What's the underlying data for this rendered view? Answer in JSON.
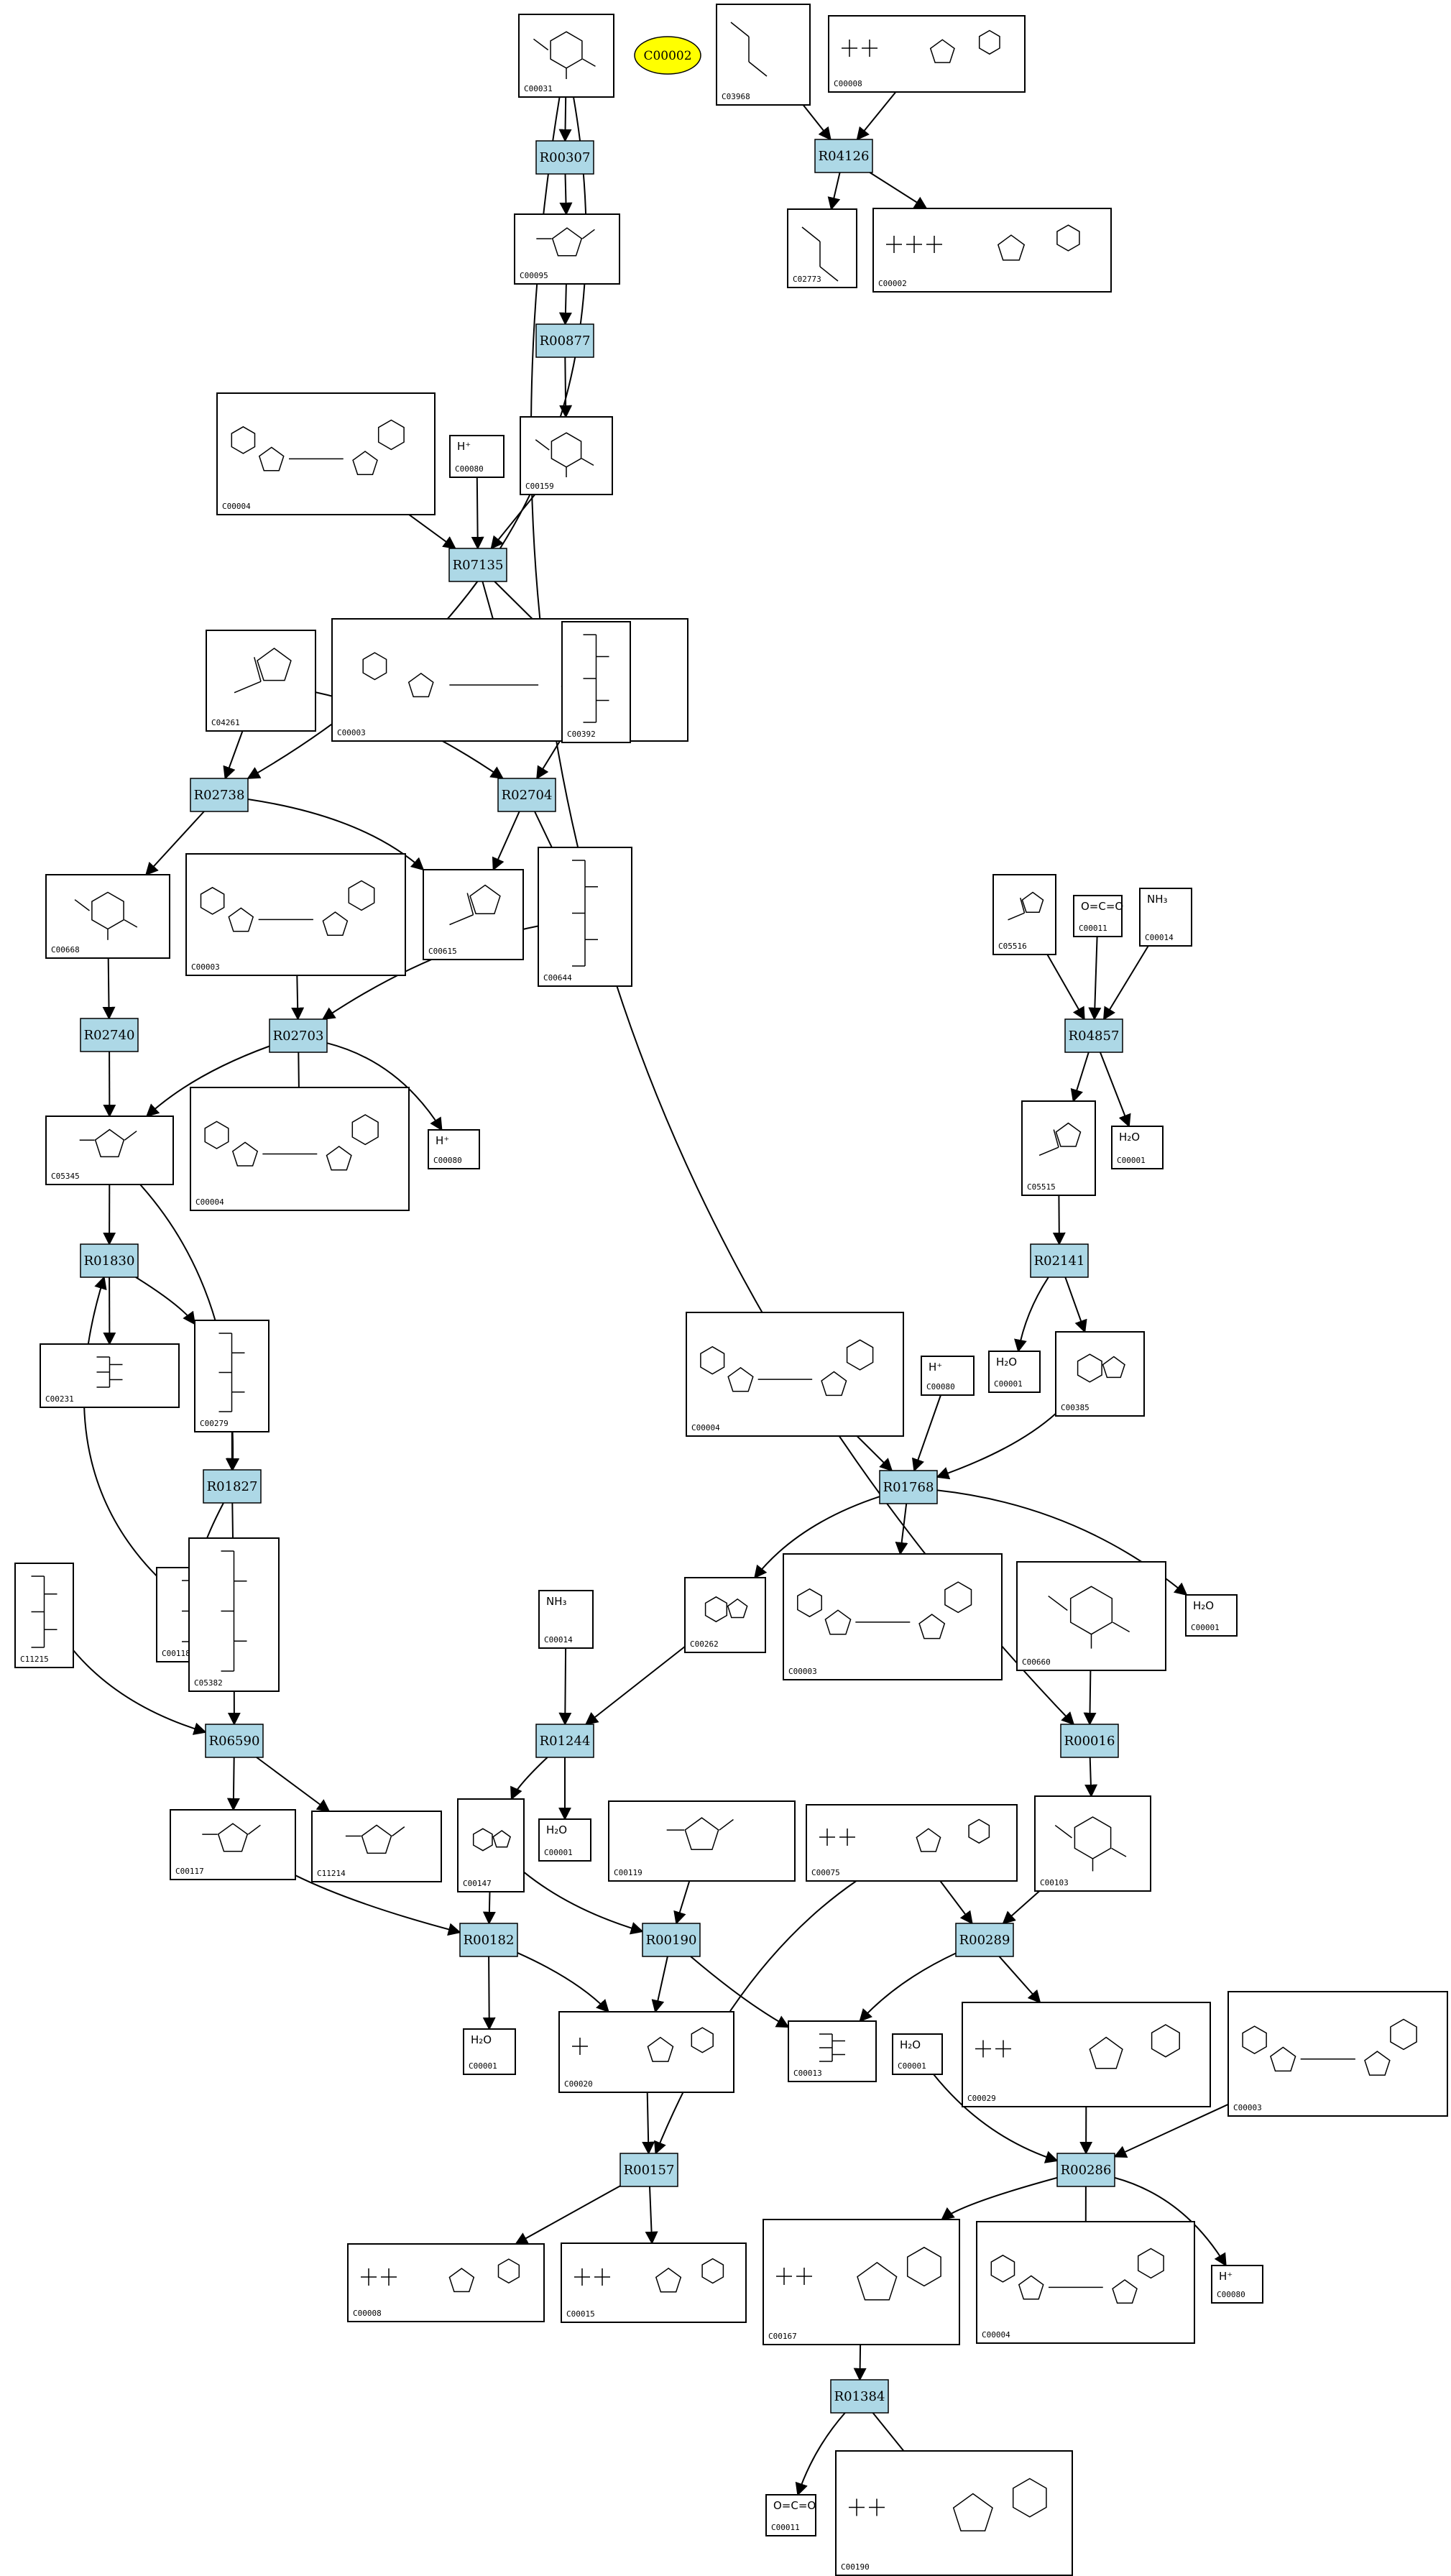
{
  "colors": {
    "reaction_fill": "#add8e6",
    "highlight_fill": "#ffff00",
    "edge": "#000000",
    "background": "#ffffff"
  },
  "highlight": {
    "label": "C00002"
  },
  "reactions": [
    {
      "id": "R00307",
      "label": "R00307"
    },
    {
      "id": "R04126",
      "label": "R04126"
    },
    {
      "id": "R00877",
      "label": "R00877"
    },
    {
      "id": "R07135",
      "label": "R07135"
    },
    {
      "id": "R02738",
      "label": "R02738"
    },
    {
      "id": "R02704",
      "label": "R02704"
    },
    {
      "id": "R02740",
      "label": "R02740"
    },
    {
      "id": "R02703",
      "label": "R02703"
    },
    {
      "id": "R04857",
      "label": "R04857"
    },
    {
      "id": "R01830",
      "label": "R01830"
    },
    {
      "id": "R02141",
      "label": "R02141"
    },
    {
      "id": "R01827",
      "label": "R01827"
    },
    {
      "id": "R01768",
      "label": "R01768"
    },
    {
      "id": "R06590",
      "label": "R06590"
    },
    {
      "id": "R01244",
      "label": "R01244"
    },
    {
      "id": "R00016",
      "label": "R00016"
    },
    {
      "id": "R00182",
      "label": "R00182"
    },
    {
      "id": "R00190",
      "label": "R00190"
    },
    {
      "id": "R00289",
      "label": "R00289"
    },
    {
      "id": "R00157",
      "label": "R00157"
    },
    {
      "id": "R00286",
      "label": "R00286"
    },
    {
      "id": "R01384",
      "label": "R01384"
    }
  ],
  "compounds": [
    {
      "id": "c00031",
      "label": "C00031",
      "kind": "hexose"
    },
    {
      "id": "c03968",
      "label": "C03968",
      "kind": "lipid"
    },
    {
      "id": "c00008",
      "label": "C00008",
      "kind": "nucleotide2"
    },
    {
      "id": "c00095",
      "label": "C00095",
      "kind": "furanose"
    },
    {
      "id": "c02773",
      "label": "C02773",
      "kind": "lipid"
    },
    {
      "id": "c00002_a",
      "label": "C00002",
      "kind": "nucleotide3"
    },
    {
      "id": "c00004_a",
      "label": "C00004",
      "kind": "dinucleotide"
    },
    {
      "id": "c00080_a",
      "label": "C00080",
      "kind": "text",
      "text": "H⁺"
    },
    {
      "id": "c00159",
      "label": "C00159",
      "kind": "hexose"
    },
    {
      "id": "c04261",
      "label": "C04261",
      "kind": "imidazole"
    },
    {
      "id": "c00003_a",
      "label": "C00003",
      "kind": "dinucleotide"
    },
    {
      "id": "c00392",
      "label": "C00392",
      "kind": "chain"
    },
    {
      "id": "c00668",
      "label": "C00668",
      "kind": "hexose"
    },
    {
      "id": "c00003_b",
      "label": "C00003",
      "kind": "dinucleotide"
    },
    {
      "id": "c00615",
      "label": "C00615",
      "kind": "imidazole"
    },
    {
      "id": "c00644",
      "label": "C00644",
      "kind": "chain"
    },
    {
      "id": "c05516",
      "label": "C05516",
      "kind": "imidazole"
    },
    {
      "id": "c00011_a",
      "label": "C00011",
      "kind": "text",
      "text": "O=C=O"
    },
    {
      "id": "c00014_a",
      "label": "C00014",
      "kind": "text",
      "text": "NH₃"
    },
    {
      "id": "c05345",
      "label": "C05345",
      "kind": "furanose"
    },
    {
      "id": "c00004_b",
      "label": "C00004",
      "kind": "dinucleotide"
    },
    {
      "id": "c00080_b",
      "label": "C00080",
      "kind": "text",
      "text": "H⁺"
    },
    {
      "id": "c05515",
      "label": "C05515",
      "kind": "imidazole"
    },
    {
      "id": "c00001_a",
      "label": "C00001",
      "kind": "text",
      "text": "H₂O"
    },
    {
      "id": "c00231",
      "label": "C00231",
      "kind": "chain"
    },
    {
      "id": "c00279",
      "label": "C00279",
      "kind": "chain"
    },
    {
      "id": "c00001_b",
      "label": "C00001",
      "kind": "text",
      "text": "H₂O"
    },
    {
      "id": "c00385",
      "label": "C00385",
      "kind": "purine"
    },
    {
      "id": "c00004_c",
      "label": "C00004",
      "kind": "dinucleotide"
    },
    {
      "id": "c00080_c",
      "label": "C00080",
      "kind": "text",
      "text": "H⁺"
    },
    {
      "id": "c00118",
      "label": "C00118",
      "kind": "chain"
    },
    {
      "id": "c05382",
      "label": "C05382",
      "kind": "chain"
    },
    {
      "id": "c11215",
      "label": "C11215",
      "kind": "chain"
    },
    {
      "id": "c00262",
      "label": "C00262",
      "kind": "purine"
    },
    {
      "id": "c00003_c",
      "label": "C00003",
      "kind": "dinucleotide"
    },
    {
      "id": "c00660",
      "label": "C00660",
      "kind": "hexose"
    },
    {
      "id": "c00001_c",
      "label": "C00001",
      "kind": "text",
      "text": "H₂O"
    },
    {
      "id": "c00014_b",
      "label": "C00014",
      "kind": "text",
      "text": "NH₃"
    },
    {
      "id": "c00117",
      "label": "C00117",
      "kind": "furanose"
    },
    {
      "id": "c11214",
      "label": "C11214",
      "kind": "furanose"
    },
    {
      "id": "c00147",
      "label": "C00147",
      "kind": "purine"
    },
    {
      "id": "c00001_d",
      "label": "C00001",
      "kind": "text",
      "text": "H₂O"
    },
    {
      "id": "c00119",
      "label": "C00119",
      "kind": "furanose"
    },
    {
      "id": "c00075",
      "label": "C00075",
      "kind": "nucleotide2"
    },
    {
      "id": "c00103",
      "label": "C00103",
      "kind": "hexose"
    },
    {
      "id": "c00001_e",
      "label": "C00001",
      "kind": "text",
      "text": "H₂O"
    },
    {
      "id": "c00020",
      "label": "C00020",
      "kind": "nucleotide1"
    },
    {
      "id": "c00013",
      "label": "C00013",
      "kind": "chain"
    },
    {
      "id": "c00001_f",
      "label": "C00001",
      "kind": "text",
      "text": "H₂O"
    },
    {
      "id": "c00029",
      "label": "C00029",
      "kind": "nucleotide2"
    },
    {
      "id": "c00003_d",
      "label": "C00003",
      "kind": "dinucleotide"
    },
    {
      "id": "c00008_b",
      "label": "C00008",
      "kind": "nucleotide2"
    },
    {
      "id": "c00015",
      "label": "C00015",
      "kind": "nucleotide2"
    },
    {
      "id": "c00167",
      "label": "C00167",
      "kind": "nucleotide2"
    },
    {
      "id": "c00004_d",
      "label": "C00004",
      "kind": "dinucleotide"
    },
    {
      "id": "c00080_d",
      "label": "C00080",
      "kind": "text",
      "text": "H⁺"
    },
    {
      "id": "c00011_b",
      "label": "C00011",
      "kind": "text",
      "text": "O=C=O"
    },
    {
      "id": "c00190",
      "label": "C00190",
      "kind": "nucleotide2"
    }
  ]
}
